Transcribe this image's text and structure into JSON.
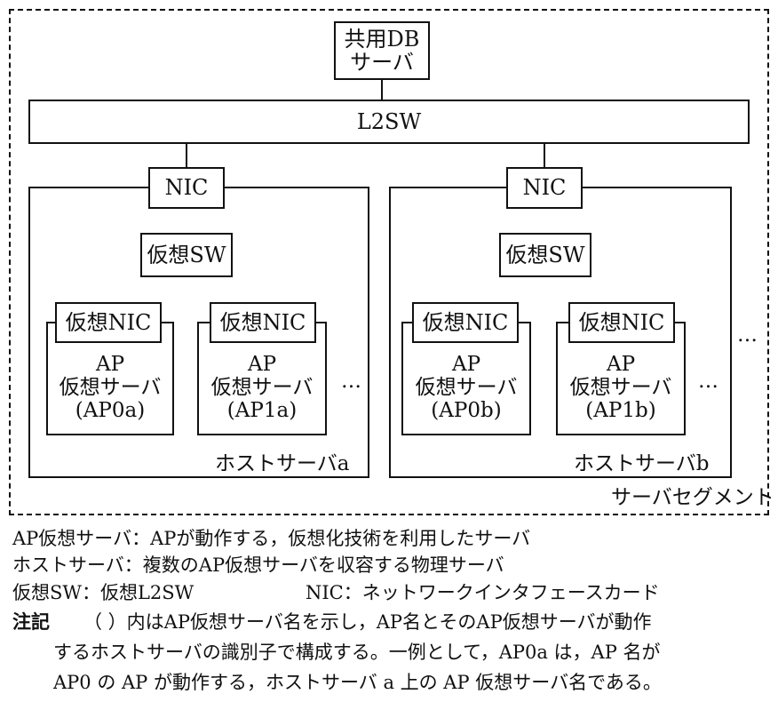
{
  "segment_label": "サーバセグメント",
  "db_server": [
    "共用DB",
    "サーバ"
  ],
  "l2sw": "L2SW",
  "hosts": [
    {
      "name": "ホストサーバa",
      "nic": "NIC",
      "vsw": "仮想SW",
      "vms": [
        {
          "vnic": "仮想NIC",
          "l1": "AP",
          "l2": "仮想サーバ",
          "l3": "(AP0a)"
        },
        {
          "vnic": "仮想NIC",
          "l1": "AP",
          "l2": "仮想サーバ",
          "l3": "(AP1a)"
        }
      ],
      "more": "…"
    },
    {
      "name": "ホストサーバb",
      "nic": "NIC",
      "vsw": "仮想SW",
      "vms": [
        {
          "vnic": "仮想NIC",
          "l1": "AP",
          "l2": "仮想サーバ",
          "l3": "(AP0b)"
        },
        {
          "vnic": "仮想NIC",
          "l1": "AP",
          "l2": "仮想サーバ",
          "l3": "(AP1b)"
        }
      ],
      "more": "…"
    }
  ],
  "more_hosts": "…",
  "legend": {
    "line1": "AP仮想サーバ：APが動作する，仮想化技術を利用したサーバ",
    "line2": "ホストサーバ：複数のAP仮想サーバを収容する物理サーバ",
    "line3a": "仮想SW：仮想L2SW",
    "line3b": "NIC：ネットワークインタフェースカード",
    "note_label": "注記",
    "note1": "（ ）内はAP仮想サーバ名を示し，AP名とそのAP仮想サーバが動作",
    "note2": "するホストサーバの識別子で構成する。一例として，AP0a は，AP 名が",
    "note3": "AP0 の AP が動作する，ホストサーバ a 上の AP 仮想サーバ名である。"
  }
}
